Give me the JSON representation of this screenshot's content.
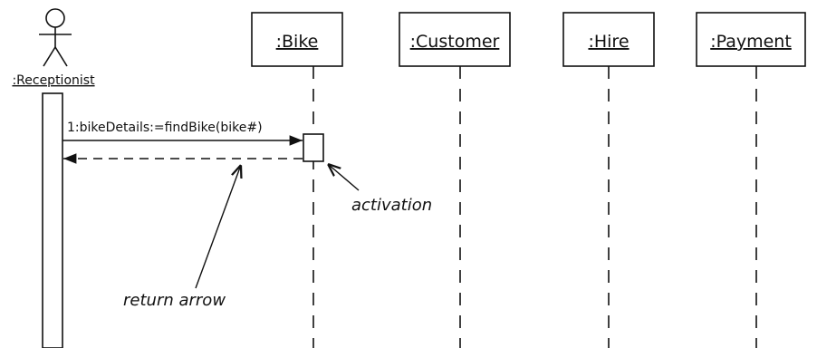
{
  "diagram": {
    "type": "uml-sequence-diagram",
    "actor": {
      "label": ":Receptionist"
    },
    "objects": [
      {
        "id": "bike",
        "label": ":Bike"
      },
      {
        "id": "customer",
        "label": ":Customer"
      },
      {
        "id": "hire",
        "label": ":Hire"
      },
      {
        "id": "payment",
        "label": ":Payment"
      }
    ],
    "messages": [
      {
        "label": "1:bikeDetails:=findBike(bike#)",
        "from": "actor",
        "to": "bike",
        "kind": "call"
      },
      {
        "label": "",
        "from": "bike",
        "to": "actor",
        "kind": "return"
      }
    ],
    "annotations": {
      "activation": "activation",
      "return_arrow": "return arrow"
    }
  }
}
